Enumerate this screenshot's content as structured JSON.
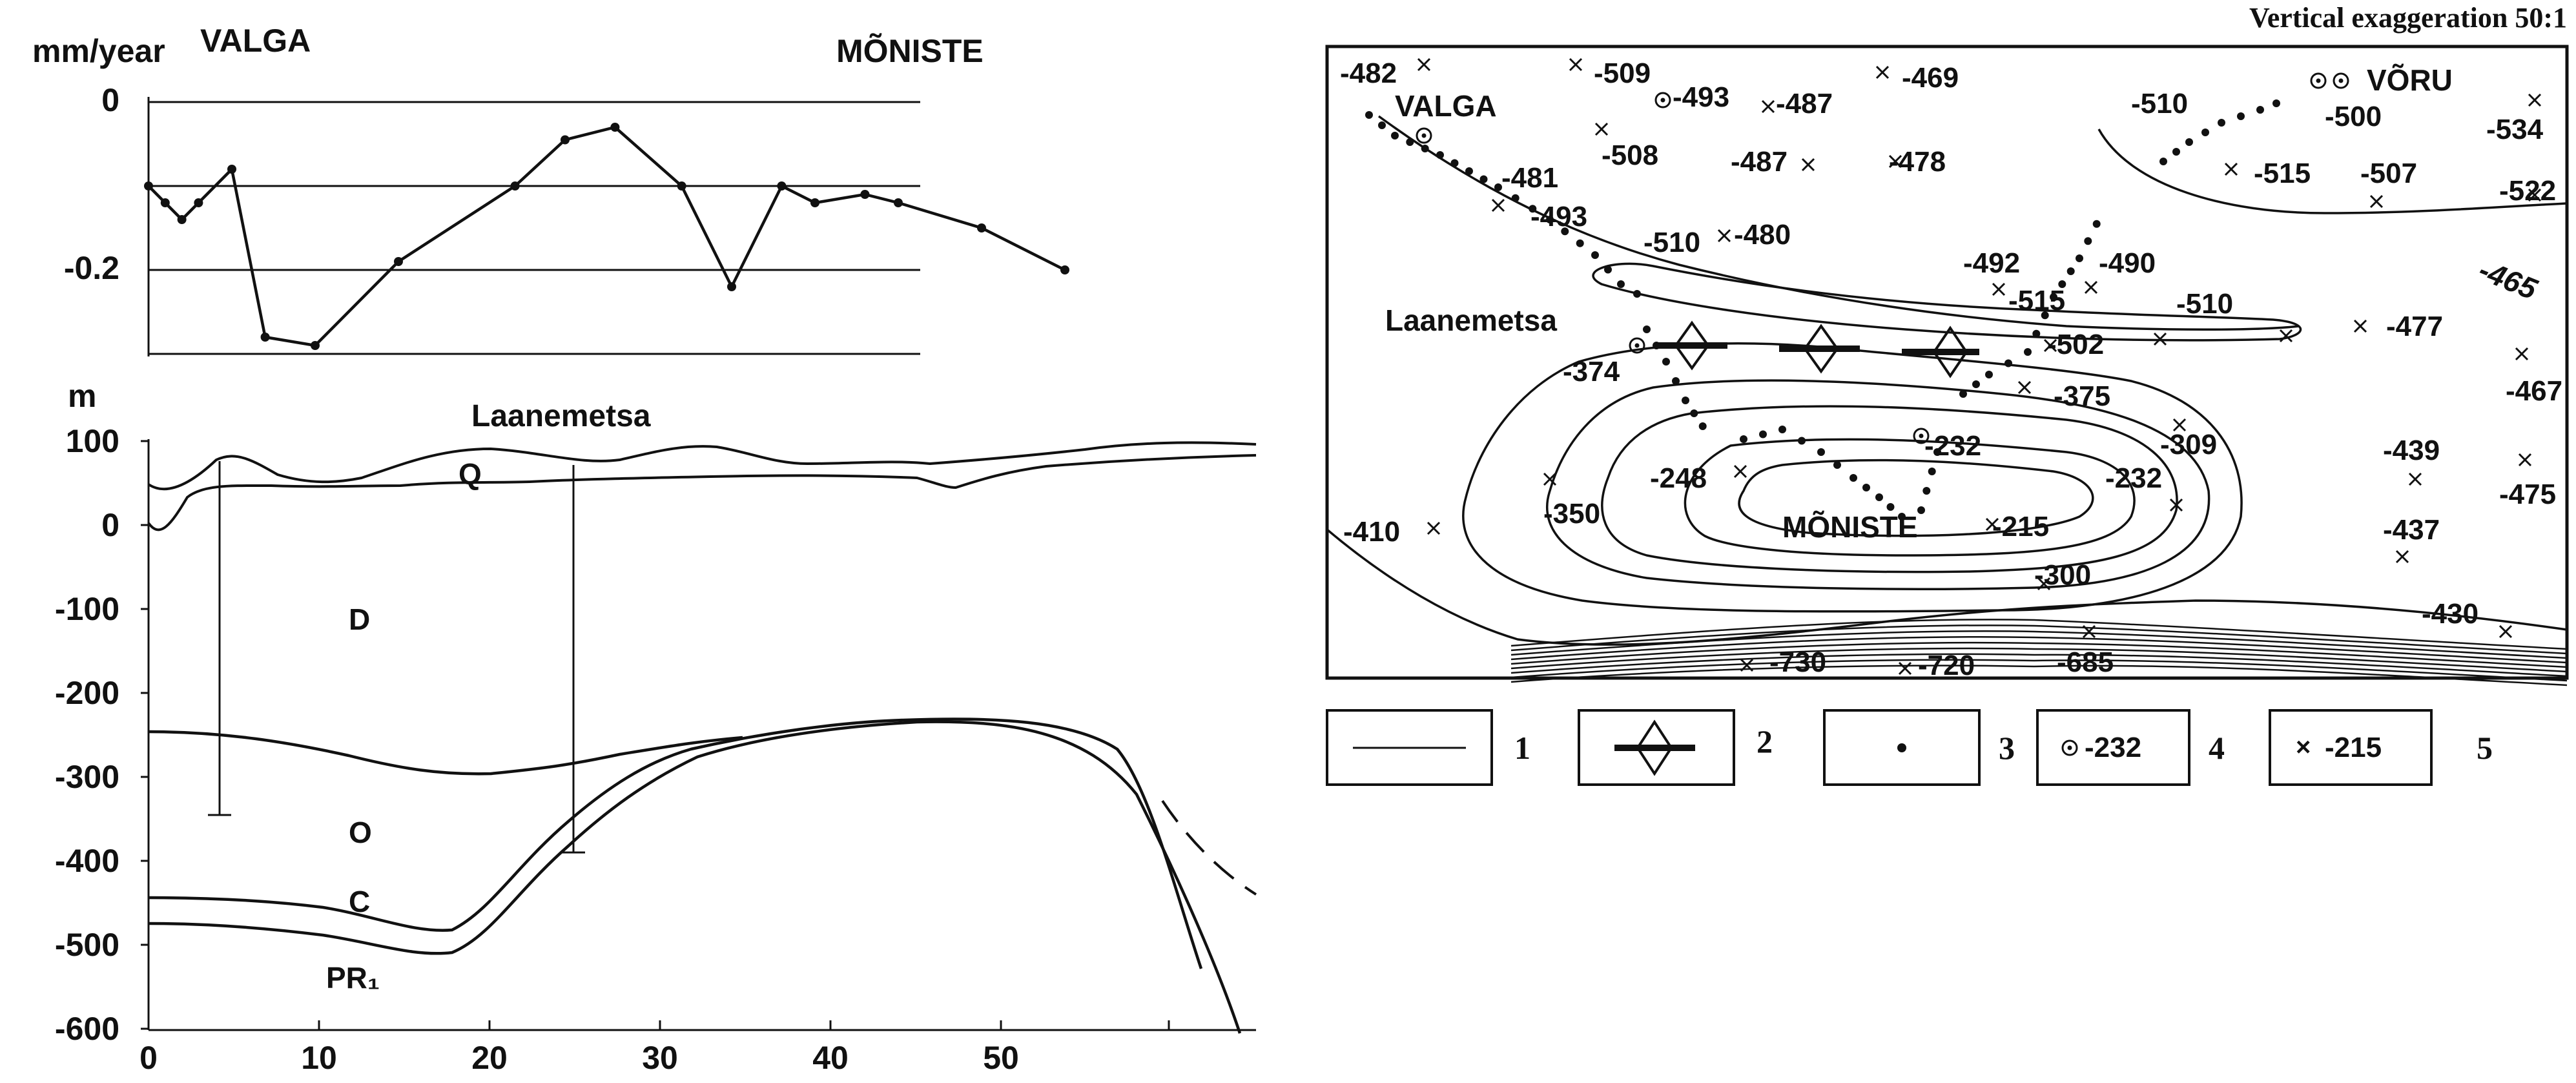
{
  "left_profile": {
    "rate_axis_unit": "mm/year",
    "start_label": "VALGA",
    "end_label": "MÕNISTE",
    "rate_ticks": [
      "0",
      "-0.2"
    ],
    "depth_axis_unit": "m",
    "depth_ticks": [
      "100",
      "0",
      "-100",
      "-200",
      "-300",
      "-400",
      "-500",
      "-600"
    ],
    "distance_ticks": [
      "0",
      "10",
      "20",
      "30",
      "40",
      "50"
    ],
    "well_label": "Laanemetsa",
    "layer_labels": {
      "q": "Q",
      "d": "D",
      "o": "O",
      "c": "C",
      "pr": "PR₁"
    }
  },
  "chart_data": {
    "type": "line",
    "x": [
      0,
      1,
      2,
      3,
      5,
      7,
      10,
      15,
      22,
      25,
      28,
      32,
      35,
      38,
      40,
      43,
      45,
      50,
      55
    ],
    "values": [
      -0.1,
      -0.12,
      -0.14,
      -0.12,
      -0.08,
      -0.28,
      -0.29,
      -0.19,
      -0.1,
      -0.045,
      -0.03,
      -0.1,
      -0.22,
      -0.1,
      -0.12,
      -0.11,
      -0.12,
      -0.15,
      -0.2
    ],
    "xlabel": "",
    "ylabel": "mm/year",
    "ylim": [
      -0.3,
      0
    ]
  },
  "map": {
    "header": "Vertical exaggeration 50:1",
    "towns": {
      "valga": "VALGA",
      "voru": "VÕRU",
      "laanemetsa": "Laanemetsa",
      "moniste": "MÕNISTE"
    },
    "contour_value_italic": "-465",
    "values": [
      "-482",
      "-509",
      "-469",
      "-493",
      "-487",
      "-510",
      "-500",
      "-534",
      "-508",
      "-487",
      "-478",
      "-481",
      "-515",
      "-507",
      "-522",
      "-493",
      "-510",
      "-480",
      "-492",
      "-490",
      "-515",
      "-510",
      "-477",
      "-502",
      "-374",
      "-375",
      "-467",
      "-232",
      "-309",
      "-248",
      "-439",
      "-350",
      "-232",
      "-475",
      "-410",
      "-215",
      "-437",
      "-300",
      "-430",
      "-730",
      "-720",
      "-685"
    ]
  },
  "legend": {
    "items": [
      "1",
      "2",
      "3",
      "4",
      "5"
    ],
    "value_4": "-232",
    "value_5": "-215"
  }
}
